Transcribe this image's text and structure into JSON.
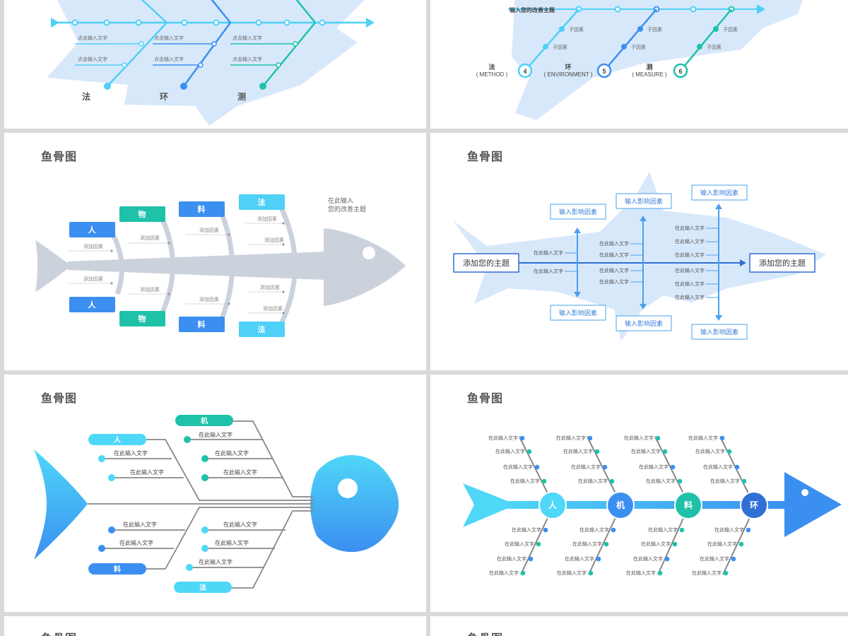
{
  "colors": {
    "bg": "#d9d9d9",
    "light_blue": "#4fd0f7",
    "mid_blue": "#3b8ff0",
    "dark_blue": "#2f6fd6",
    "teal": "#1fc1a9",
    "grey_fish": "#ccd2dc",
    "pale_fish": "#d8e8fb"
  },
  "slide1": {
    "labels": [
      "点击输入文字",
      "点击输入文字",
      "点击输入文字",
      "点击输入文字",
      "点击输入文字",
      "点击输入文字"
    ],
    "categories": [
      "法",
      "环",
      "测"
    ]
  },
  "slide2": {
    "theme": "输入您的改善主题",
    "factor": "子因素",
    "categories": [
      {
        "cn": "法",
        "en": "( METHOD )",
        "num": "4"
      },
      {
        "cn": "环",
        "en": "( ENVIRONMENT )",
        "num": "5"
      },
      {
        "cn": "测",
        "en": "( MEASURE )",
        "num": "6"
      }
    ]
  },
  "slide3": {
    "title": "鱼骨图",
    "theme_line1": "在此输入",
    "theme_line2": "您的改善主题",
    "top_labels": [
      "人",
      "物",
      "料",
      "法"
    ],
    "bottom_labels": [
      "人",
      "物",
      "料",
      "法"
    ],
    "factor": "添加因素"
  },
  "slide4": {
    "title": "鱼骨图",
    "left_topic": "添加您的主题",
    "right_topic": "添加您的主题",
    "impact": "输入影响因素",
    "text": "在此输入文字"
  },
  "slide5": {
    "title": "鱼骨图",
    "tags": {
      "ren": "人",
      "ji": "机",
      "liao": "料",
      "fa": "法"
    },
    "text": "在此输入文字"
  },
  "slide6": {
    "title": "鱼骨图",
    "nodes": [
      "人",
      "机",
      "料",
      "环"
    ],
    "text": "在此输入文字"
  },
  "slide7": {
    "title": "鱼骨图"
  },
  "slide8": {
    "title": "鱼骨图"
  }
}
